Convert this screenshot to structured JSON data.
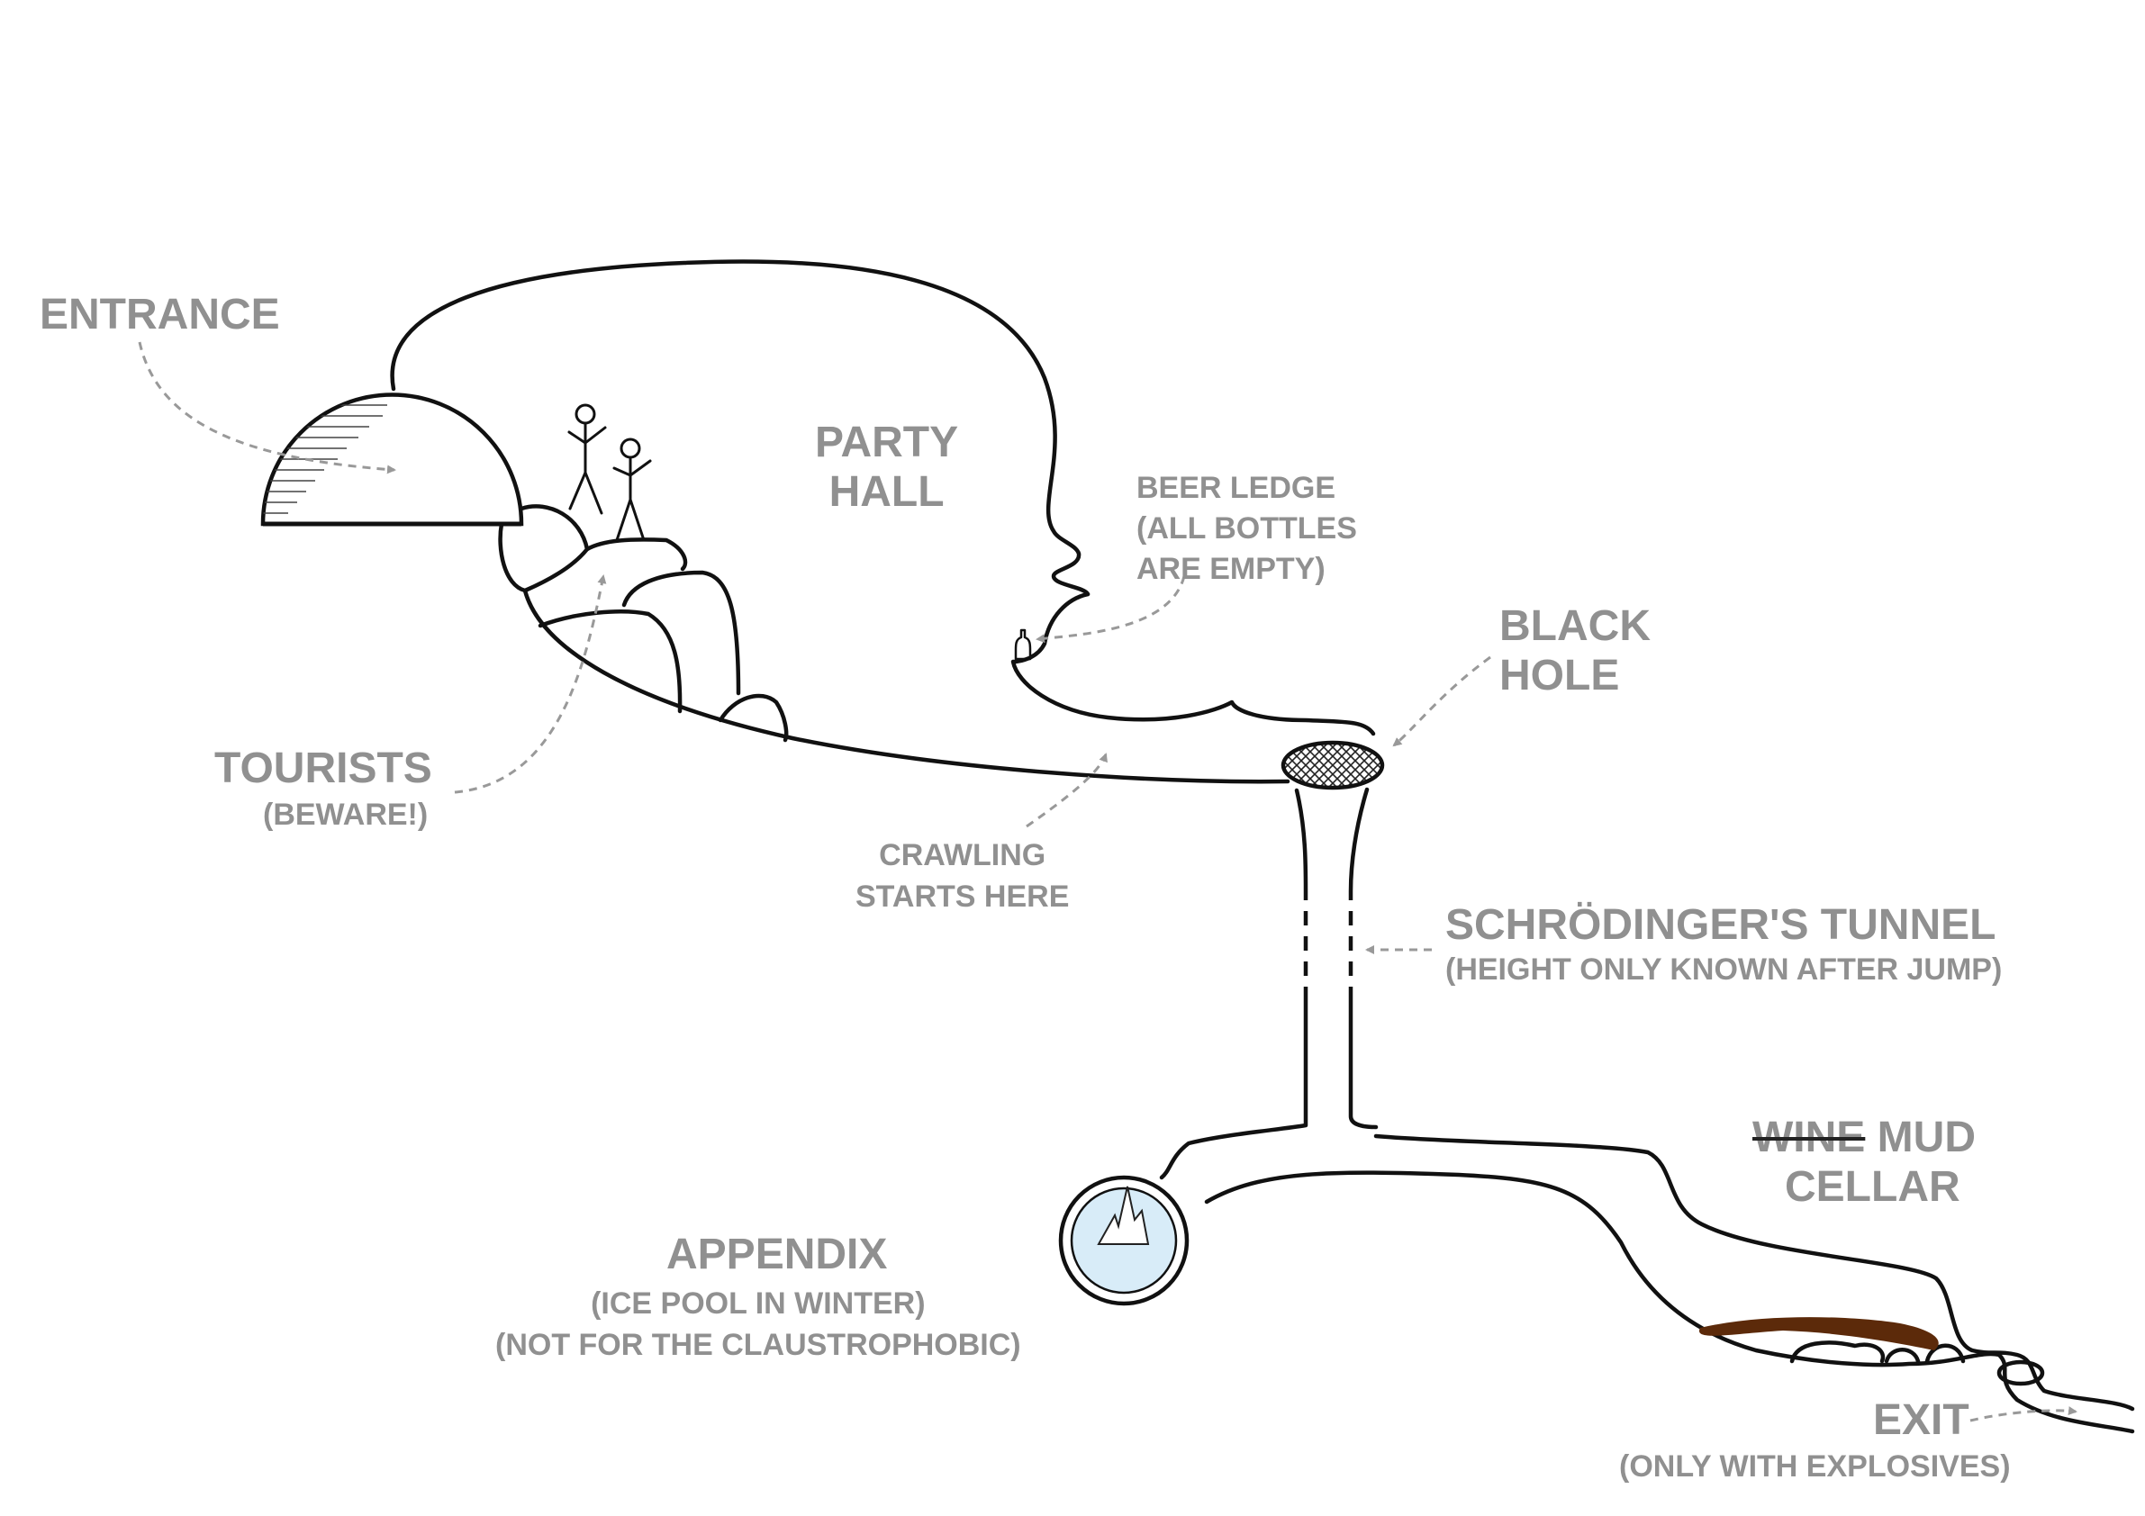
{
  "labels": {
    "entrance": "ENTRANCE",
    "party_hall_1": "PARTY",
    "party_hall_2": "HALL",
    "beer_ledge_1": "BEER LEDGE",
    "beer_ledge_2": "(ALL BOTTLES",
    "beer_ledge_3": "ARE EMPTY)",
    "black_hole_1": "BLACK",
    "black_hole_2": "HOLE",
    "tourists": "TOURISTS",
    "tourists_note": "(BEWARE!)",
    "crawling_1": "CRAWLING",
    "crawling_2": "STARTS HERE",
    "tunnel": "SCHRÖDINGER'S TUNNEL",
    "tunnel_note": "(HEIGHT ONLY KNOWN AFTER JUMP)",
    "cellar_struck": "WINE",
    "cellar_word": " MUD",
    "cellar_2": "CELLAR",
    "appendix": "APPENDIX",
    "appendix_note_1": "(ICE POOL IN WINTER)",
    "appendix_note_2": "(NOT FOR THE CLAUSTROPHOBIC)",
    "exit": "EXIT",
    "exit_note": "(ONLY WITH EXPLOSIVES)"
  },
  "colors": {
    "outline": "#111111",
    "label": "#909090",
    "arrow": "#999999",
    "mud": "#5c2a0a",
    "ice_pool": "#d8ecf8"
  }
}
